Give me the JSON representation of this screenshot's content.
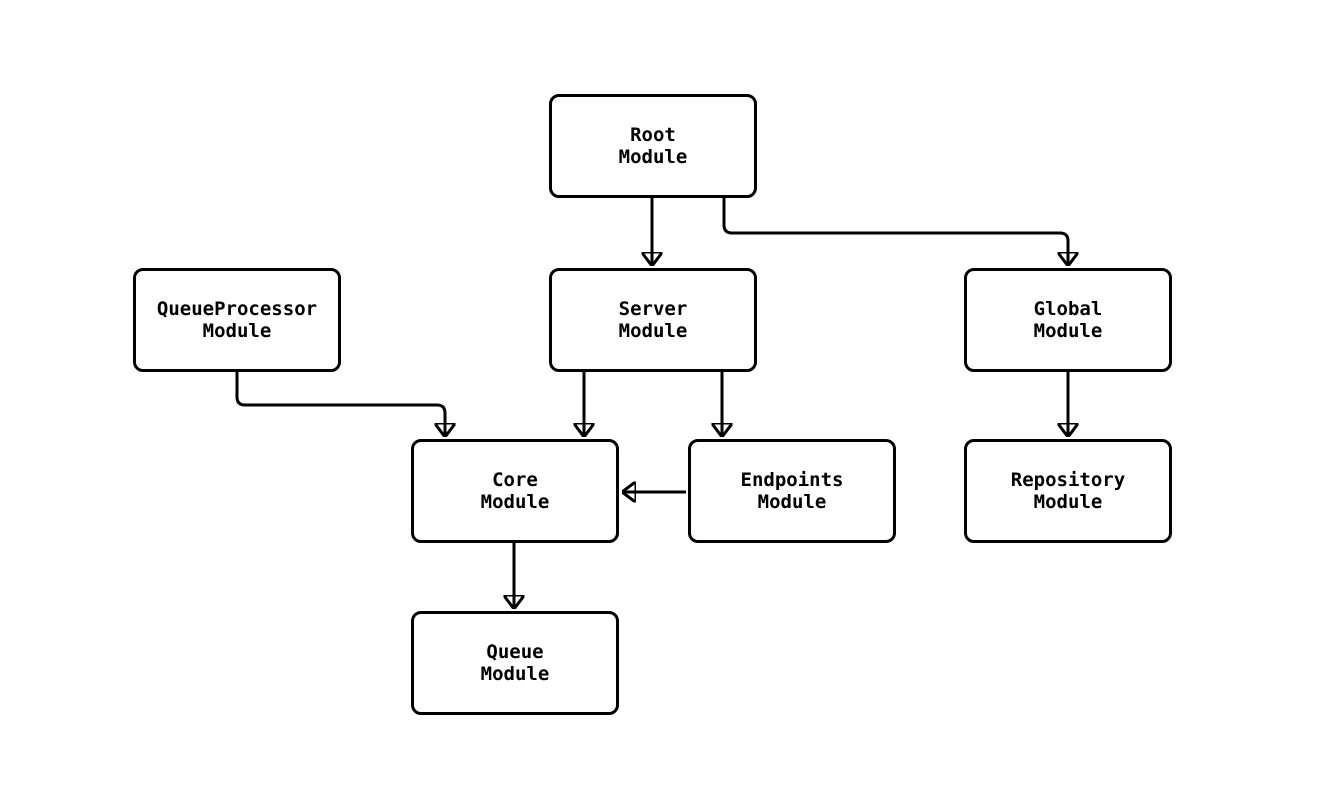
{
  "diagram": {
    "type": "module-dependency-flowchart",
    "colors": {
      "stroke": "#000000",
      "node_fill": "#ffffff",
      "background": "#ffffff",
      "text": "#000000"
    },
    "nodes": {
      "root": {
        "label": "Root\nModule"
      },
      "queueprocessor": {
        "label": "QueueProcessor\nModule"
      },
      "server": {
        "label": "Server\nModule"
      },
      "global": {
        "label": "Global\nModule"
      },
      "core": {
        "label": "Core\nModule"
      },
      "endpoints": {
        "label": "Endpoints\nModule"
      },
      "repository": {
        "label": "Repository\nModule"
      },
      "queue": {
        "label": "Queue\nModule"
      }
    },
    "edges": [
      {
        "from": "Root Module",
        "to": "Server Module"
      },
      {
        "from": "Root Module",
        "to": "Global Module"
      },
      {
        "from": "QueueProcessor Module",
        "to": "Core Module"
      },
      {
        "from": "Server Module",
        "to": "Core Module"
      },
      {
        "from": "Server Module",
        "to": "Endpoints Module"
      },
      {
        "from": "Global Module",
        "to": "Repository Module"
      },
      {
        "from": "Endpoints Module",
        "to": "Core Module"
      },
      {
        "from": "Core Module",
        "to": "Queue Module"
      }
    ]
  }
}
